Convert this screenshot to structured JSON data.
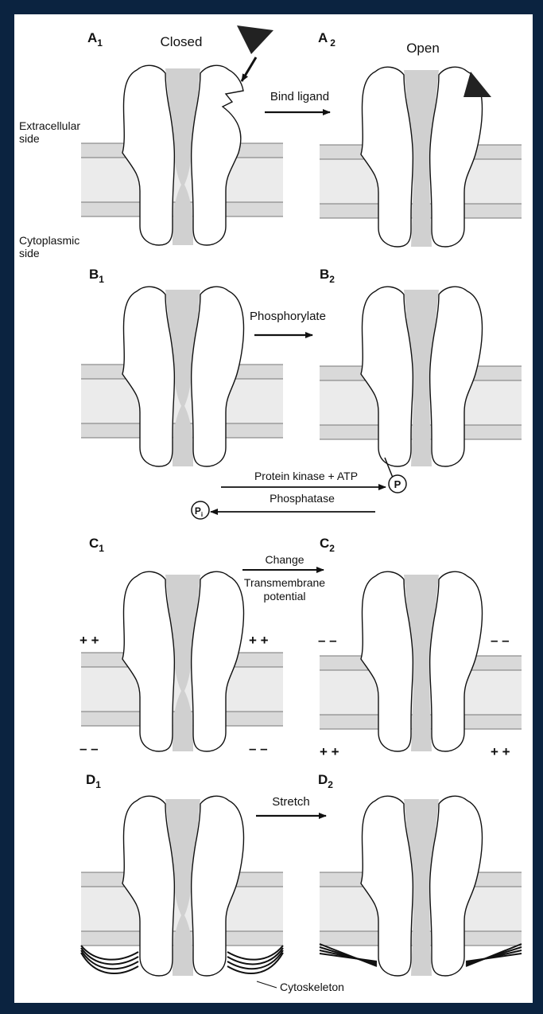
{
  "colors": {
    "frame": "#0b2340",
    "paper": "#ffffff",
    "membrane": "#d9d9d9",
    "pore": "#d0d0d0",
    "ink": "#111111"
  },
  "panels": {
    "a1": {
      "letter": "A",
      "sub": "1",
      "state": "Closed"
    },
    "a2": {
      "letter": "A",
      "sub": "2",
      "state": "Open"
    },
    "b1": {
      "letter": "B",
      "sub": "1"
    },
    "b2": {
      "letter": "B",
      "sub": "2"
    },
    "c1": {
      "letter": "C",
      "sub": "1"
    },
    "c2": {
      "letter": "C",
      "sub": "2"
    },
    "d1": {
      "letter": "D",
      "sub": "1"
    },
    "d2": {
      "letter": "D",
      "sub": "2"
    }
  },
  "labels": {
    "extracellular_1": "Extracellular",
    "extracellular_2": "side",
    "cytoplasmic_1": "Cytoplasmic",
    "cytoplasmic_2": "side",
    "bind_ligand": "Bind ligand",
    "phosphorylate": "Phosphorylate",
    "protein_kinase": "Protein kinase + ATP",
    "phosphatase": "Phosphatase",
    "p_badge": "P",
    "pi_badge": "P",
    "pi_sub": "i",
    "change": "Change",
    "transmembrane": "Transmembrane",
    "potential": "potential",
    "stretch": "Stretch",
    "cytoskeleton": "Cytoskeleton"
  },
  "charges": {
    "c1_top_left": "+ +",
    "c1_top_right": "+ +",
    "c1_bot_left": "– –",
    "c1_bot_right": "– –",
    "c2_top_left": "– –",
    "c2_top_right": "– –",
    "c2_bot_left": "+ +",
    "c2_bot_right": "+ +"
  }
}
